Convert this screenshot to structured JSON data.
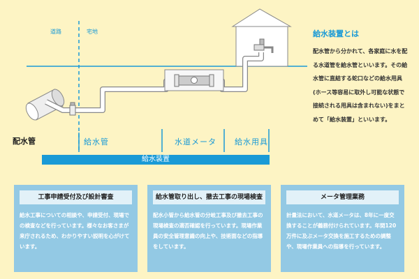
{
  "labels": {
    "road": "道路",
    "site": "宅地",
    "distribution_pipe": "配水管",
    "service_pipe": "給水管",
    "water_meter": "水道メータ",
    "water_fixtures": "給水用具",
    "band": "給水装置"
  },
  "info": {
    "title": "給水装置とは",
    "text": "配水管から分かれて、各家庭に水を配る水道管を給水管といいます。その給水管に直結する蛇口などの給水用具(ホース等容易に取外し可能な状態で接続される用具は含まれない)をまとめて「給水装置」といいます。"
  },
  "cards": [
    {
      "title": "工事申請受付及び設計審査",
      "text": "給水工事についての相談や、申請受付、現場での検査などを行っています。様々なお客さまが来庁されるため、わかりやすい説明を心がけています。"
    },
    {
      "title": "給水管取り出し、撤去工事の現場検査",
      "text": "配水小管から給水管の分岐工事及び撤去工事の現場検査の適否確認を行っています。現場作業員の安全管理意識の向上や、技術面などの指導をしています。"
    },
    {
      "title": "メータ管理業務",
      "text": "計量法において、水道メータは、8年に一度交換することが義務付けられています。年間120万件に及ぶメータ交換を施工するための調整や、現場作業員への指導を行っています。"
    }
  ],
  "colors": {
    "background": "#fdf4c4",
    "accent": "#1a9ad6",
    "card_bg": "#93c9e4",
    "card_head": "#e2f1f8"
  }
}
